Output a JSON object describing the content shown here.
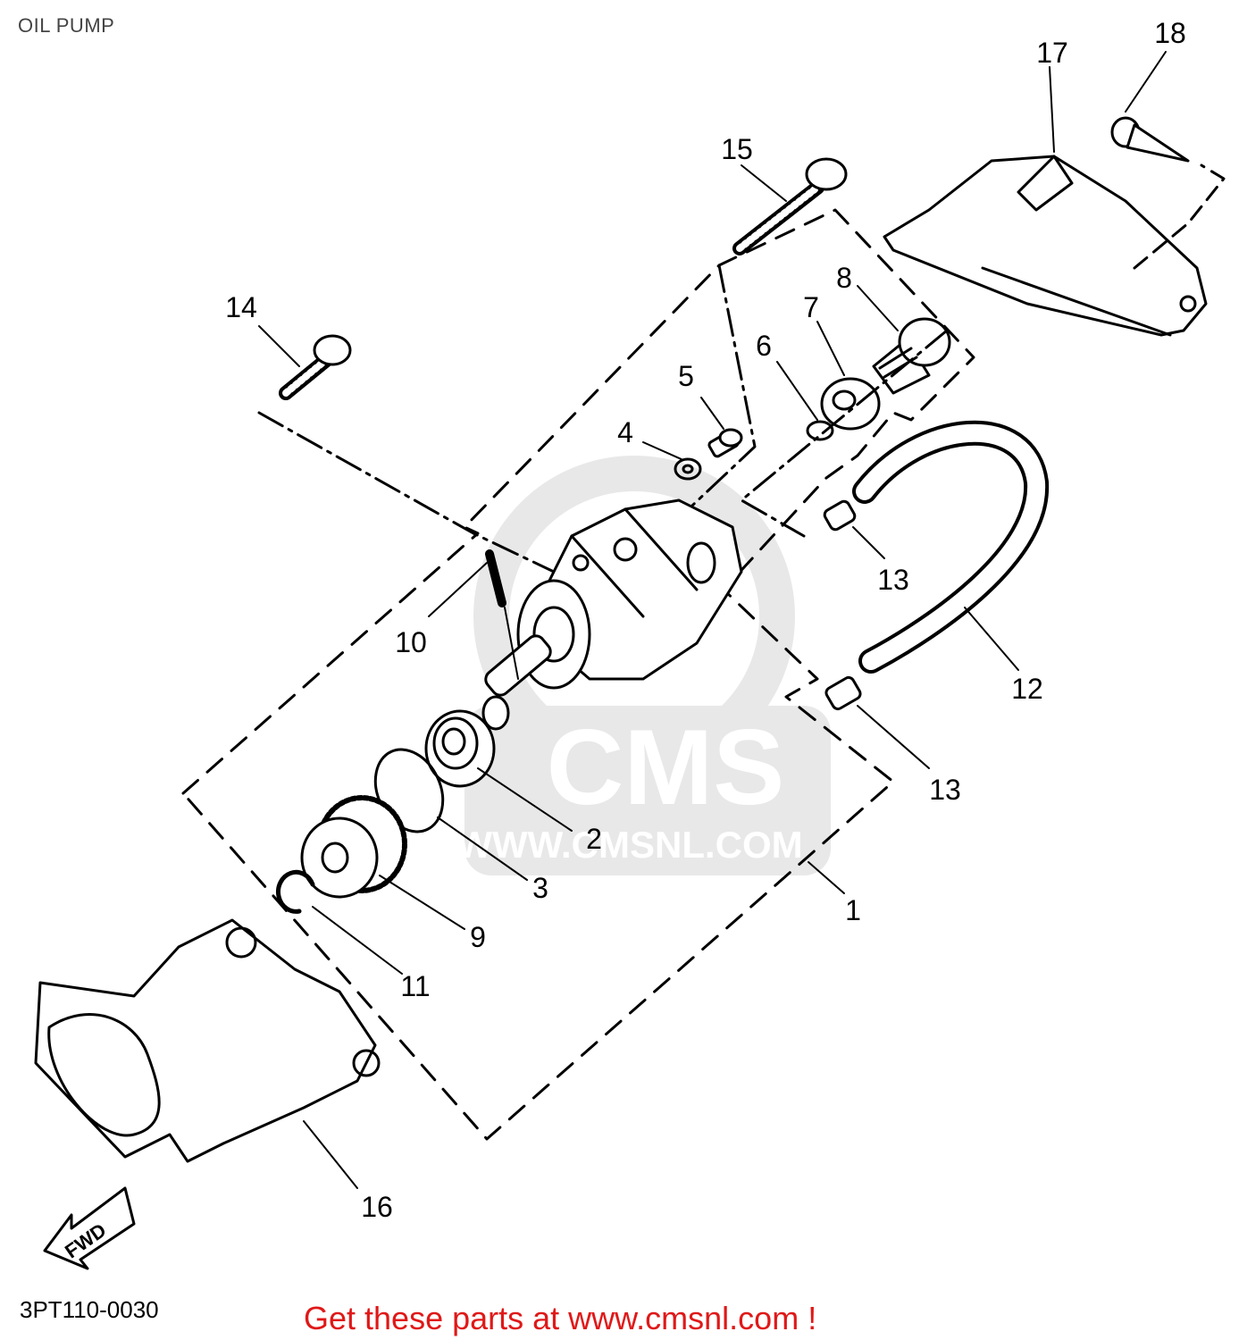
{
  "header": {
    "title": "OIL PUMP"
  },
  "diagram": {
    "code": "3PT110-0030",
    "fwd_label": "FWD",
    "watermark": {
      "brand": "CMS",
      "url": "WWW.CMSNL.COM"
    },
    "callouts": [
      {
        "n": "1"
      },
      {
        "n": "2"
      },
      {
        "n": "3"
      },
      {
        "n": "4"
      },
      {
        "n": "5"
      },
      {
        "n": "6"
      },
      {
        "n": "7"
      },
      {
        "n": "8"
      },
      {
        "n": "9"
      },
      {
        "n": "10"
      },
      {
        "n": "11"
      },
      {
        "n": "12"
      },
      {
        "n": "13"
      },
      {
        "n": "13"
      },
      {
        "n": "14"
      },
      {
        "n": "15"
      },
      {
        "n": "16"
      },
      {
        "n": "17"
      },
      {
        "n": "18"
      }
    ]
  },
  "footer": {
    "promo": "Get these parts at www.cmsnl.com !"
  },
  "colors": {
    "ink": "#000000",
    "promo": "#e01818",
    "watermark": "#e6e6e6",
    "header": "#444444"
  }
}
